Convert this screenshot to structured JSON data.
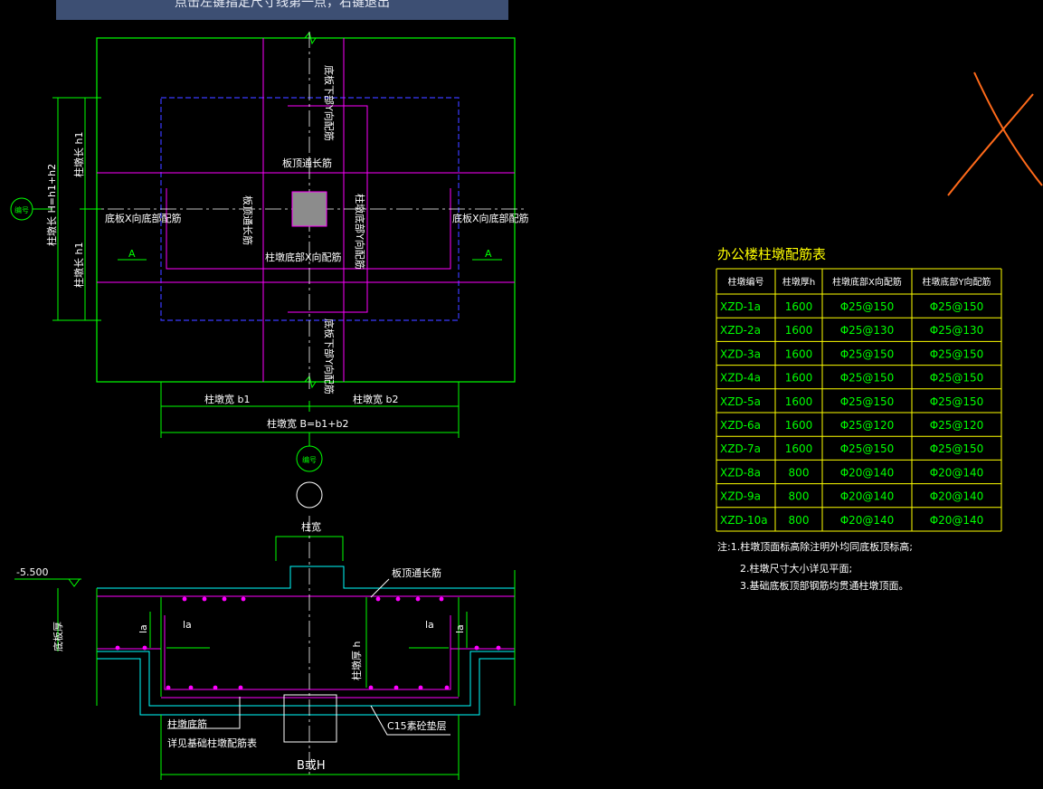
{
  "prompt": {
    "text": "点击左键指定尺寸线第一点，右键退出"
  },
  "plan": {
    "labels": {
      "slab_top_long": "板顶通长筋",
      "slab_bottom_y_left": "底板下部Y向配筋",
      "slab_bottom_y_right": "底板下部Y向配筋",
      "slab_bottom_x_left": "底板X向底部配筋",
      "slab_bottom_x_right": "底板X向底部配筋",
      "slab_top_long_v": "板顶通长筋",
      "pier_bottom_x": "柱墩底部X向配筋",
      "pier_bottom_y": "柱墩底部Y向配筋",
      "pier_len_h1_top": "柱墩长 h1",
      "pier_len_h1_bottom": "柱墩长 h1",
      "pier_len_total": "柱墩长 H=h1+h2",
      "section_mark": "A",
      "section_mark_right": "A",
      "pier_width_b1": "柱墩宽 b1",
      "pier_width_b2": "柱墩宽 b2",
      "pier_width_total": "柱墩宽 B=b1+b2",
      "circle_tag_left": "编号",
      "circle_tag_bottom": "编号"
    }
  },
  "section": {
    "labels": {
      "elevation": "-5.500",
      "column_width": "柱宽",
      "slab_top_long": "板顶通长筋",
      "slab_thickness": "底板厚",
      "la_left_v": "la",
      "la_left_h": "la",
      "la_right_h": "la",
      "la_right_v": "la",
      "pier_thickness": "柱墩厚 h",
      "pier_bottom_bar": "柱墩底筋",
      "see_table": "详见基础柱墩配筋表",
      "c15_layer": "C15素砼垫层",
      "b_or_h": "B或H"
    }
  },
  "rebar_table": {
    "title": "办公楼柱墩配筋表",
    "headers": [
      "柱墩编号",
      "柱墩厚h",
      "柱墩底部X向配筋",
      "柱墩底部Y向配筋"
    ],
    "rows": [
      [
        "XZD-1a",
        "1600",
        "Φ25@150",
        "Φ25@150"
      ],
      [
        "XZD-2a",
        "1600",
        "Φ25@130",
        "Φ25@130"
      ],
      [
        "XZD-3a",
        "1600",
        "Φ25@150",
        "Φ25@150"
      ],
      [
        "XZD-4a",
        "1600",
        "Φ25@150",
        "Φ25@150"
      ],
      [
        "XZD-5a",
        "1600",
        "Φ25@150",
        "Φ25@150"
      ],
      [
        "XZD-6a",
        "1600",
        "Φ25@120",
        "Φ25@120"
      ],
      [
        "XZD-7a",
        "1600",
        "Φ25@150",
        "Φ25@150"
      ],
      [
        "XZD-8a",
        "800",
        "Φ20@140",
        "Φ20@140"
      ],
      [
        "XZD-9a",
        "800",
        "Φ20@140",
        "Φ20@140"
      ],
      [
        "XZD-10a",
        "800",
        "Φ20@140",
        "Φ20@140"
      ]
    ]
  },
  "notes": [
    "注:1.柱墩顶面标高除注明外均同底板顶标高;",
    "2.柱墩尺寸大小详见平面;",
    "3.基础底板顶部钢筋均贯通柱墩顶面。"
  ],
  "colors": {
    "background": "#000000",
    "green": "#00ff00",
    "magenta": "#ff00ff",
    "cyan": "#00ffff",
    "yellow": "#ffff00",
    "blue": "#3a3aff",
    "white": "#ffffff",
    "orange": "#ff6a1a",
    "grey_fill": "#8c8c8c"
  }
}
